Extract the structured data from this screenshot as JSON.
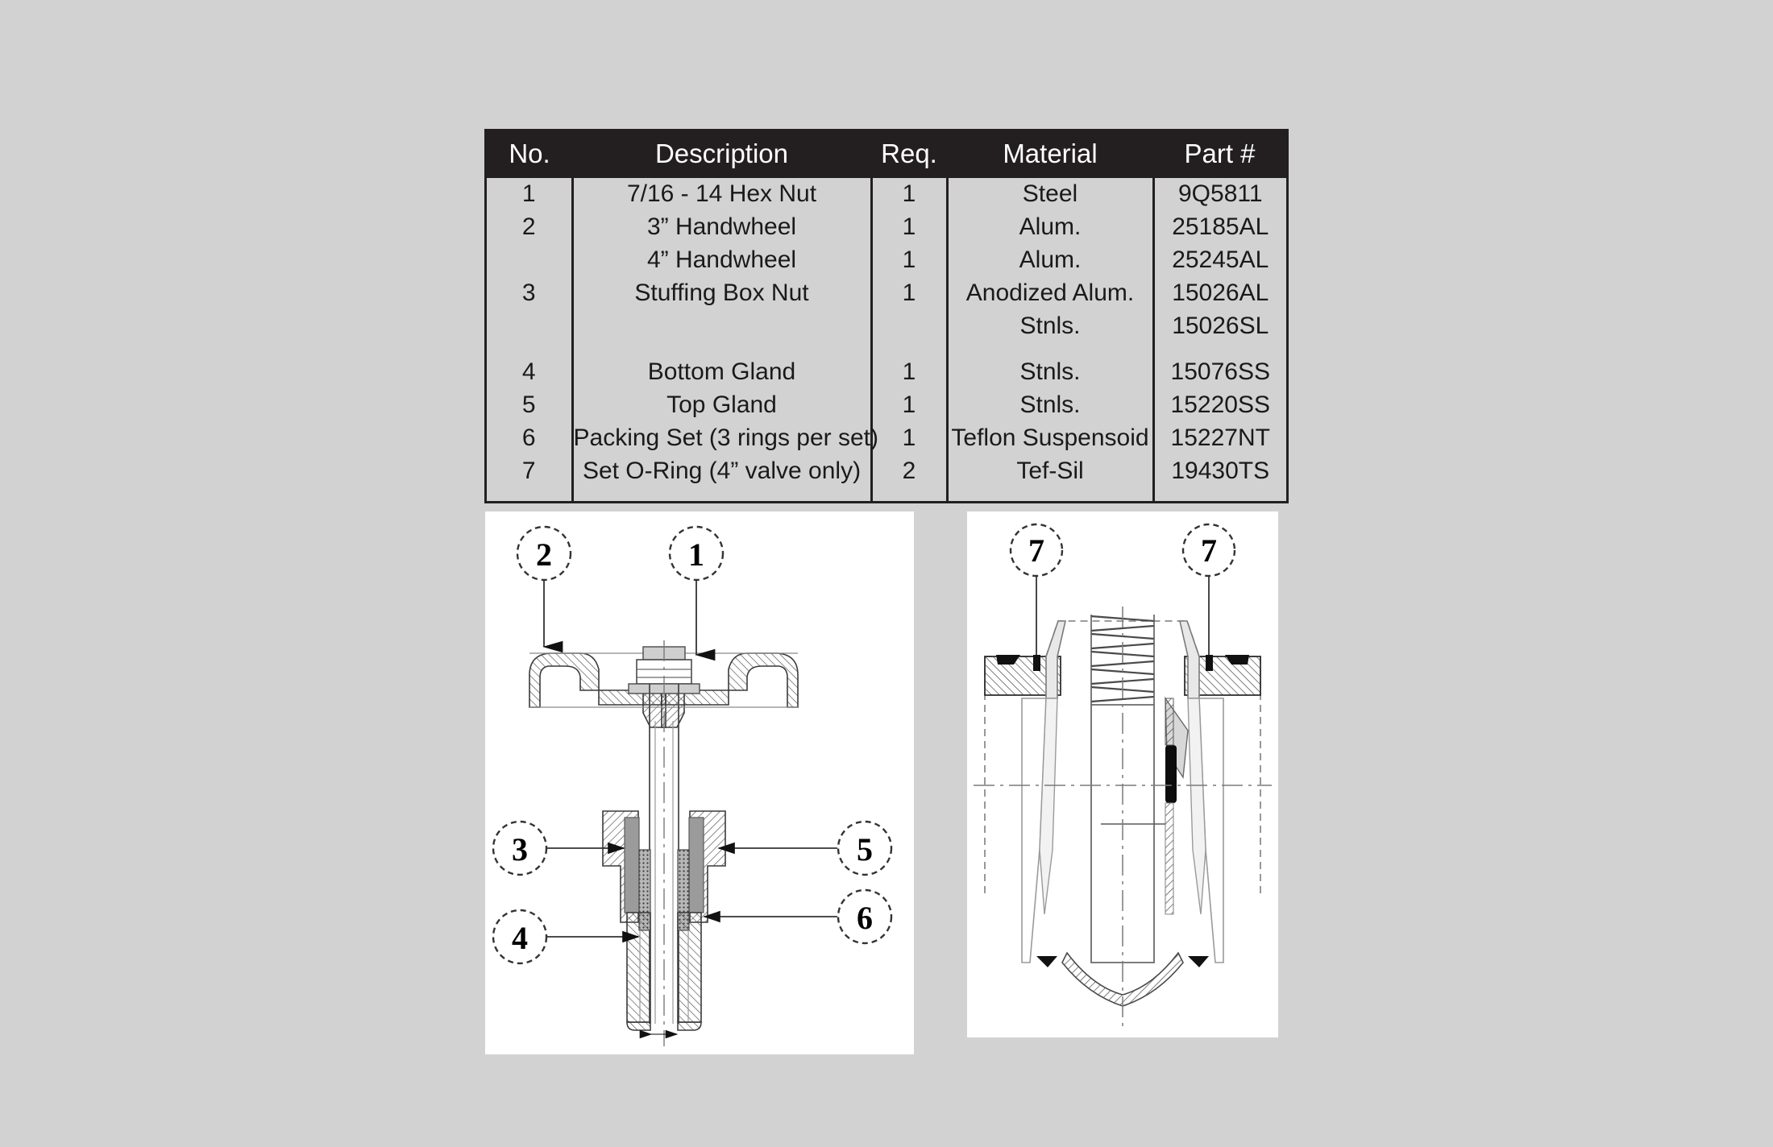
{
  "page": {
    "background_color": "#d2d2d2",
    "panel_background_color": "#ffffff",
    "header_background_color": "#231f20",
    "header_text_color": "#ffffff",
    "body_text_color": "#1a1a1a"
  },
  "parts_table": {
    "columns": [
      "No.",
      "Description",
      "Req.",
      "Material",
      "Part #"
    ],
    "rows": [
      {
        "no": "1",
        "description": "7/16 - 14 Hex Nut",
        "req": "1",
        "material": "Steel",
        "part": "9Q5811"
      },
      {
        "no": "2",
        "description": "3” Handwheel",
        "req": "1",
        "material": "Alum.",
        "part": "25185AL"
      },
      {
        "no": "",
        "description": "4” Handwheel",
        "req": "1",
        "material": "Alum.",
        "part": "25245AL"
      },
      {
        "no": "3",
        "description": "Stuffing Box Nut",
        "req": "1",
        "material": "Anodized Alum.",
        "part": "15026AL"
      },
      {
        "no": "",
        "description": "",
        "req": "",
        "material": "Stnls.",
        "part": "15026SL"
      },
      {
        "no": "4",
        "description": "Bottom Gland",
        "req": "1",
        "material": "Stnls.",
        "part": "15076SS"
      },
      {
        "no": "5",
        "description": "Top Gland",
        "req": "1",
        "material": "Stnls.",
        "part": "15220SS"
      },
      {
        "no": "6",
        "description": "Packing Set (3 rings per set)",
        "req": "1",
        "material": "Teflon Suspensoid",
        "part": "15227NT"
      },
      {
        "no": "7",
        "description": "Set O-Ring (4” valve only)",
        "req": "2",
        "material": "Tef-Sil",
        "part": "19430TS"
      }
    ]
  },
  "drawing_left": {
    "name": "handwheel-and-stuffing-box-cross-section",
    "balloons": [
      {
        "id": "balloon-2",
        "label": "2"
      },
      {
        "id": "balloon-1",
        "label": "1"
      },
      {
        "id": "balloon-3",
        "label": "3"
      },
      {
        "id": "balloon-5",
        "label": "5"
      },
      {
        "id": "balloon-4",
        "label": "4"
      },
      {
        "id": "balloon-6",
        "label": "6"
      }
    ]
  },
  "drawing_right": {
    "name": "valve-body-oring-cross-section",
    "balloons": [
      {
        "id": "balloon-7-left",
        "label": "7"
      },
      {
        "id": "balloon-7-right",
        "label": "7"
      }
    ]
  }
}
